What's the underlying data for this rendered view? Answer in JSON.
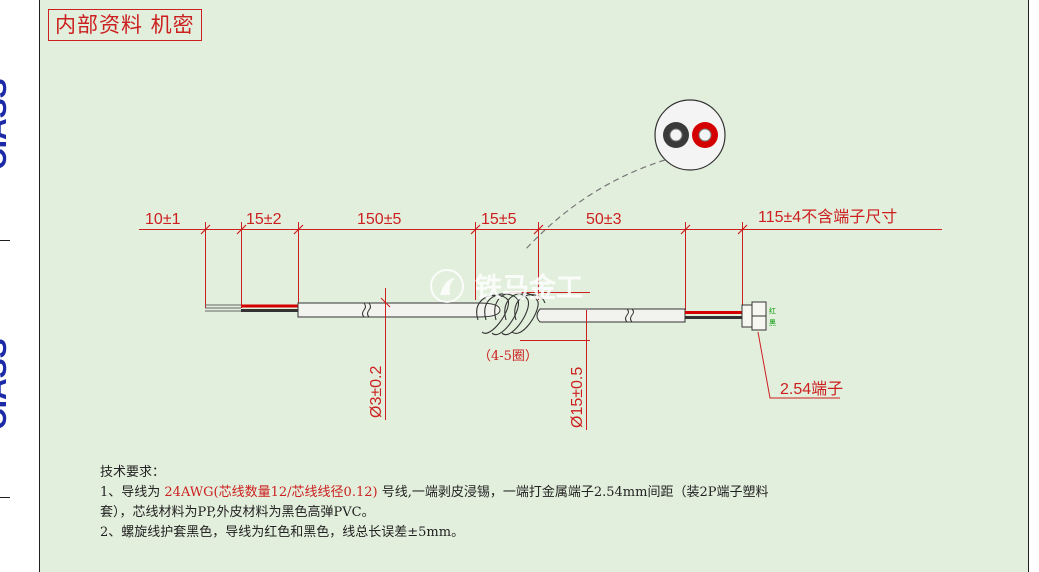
{
  "stamp": "内部资料 机密",
  "side_text": [
    "CIASS",
    "CIASS"
  ],
  "dimensions": {
    "d1": "10±1",
    "d2": "15±2",
    "d3": "150±5",
    "d4": "15±5",
    "d5": "50±3",
    "d6": "115±4不含端子尺寸",
    "dia_cable": "Ø3±0.2",
    "dia_coil": "Ø15±0.5",
    "coil_turns": "（4-5圈）",
    "terminal": "2.54端子"
  },
  "connector_labels": {
    "red": "红",
    "black": "黑"
  },
  "watermark": "铁马金工",
  "notes": {
    "title": "技术要求：",
    "line1_prefix": "1、导线为 ",
    "line1_highlight": "24AWG(芯线数量12/芯线线径0.12)",
    "line1_suffix": " 号线,一端剥皮浸锡，一端打金属端子2.54mm间距（装2P端子塑料",
    "line2": "套），芯线材料为PP,外皮材料为黑色高弹PVC。",
    "line3": "2、螺旋线护套黑色，导线为红色和黑色，线总长误差±5mm。"
  },
  "colors": {
    "background": "#e3efdd",
    "dimension": "#cc1f1f",
    "wire_red": "#d40000",
    "wire_black": "#333333",
    "frame": "#1f1f1f"
  }
}
